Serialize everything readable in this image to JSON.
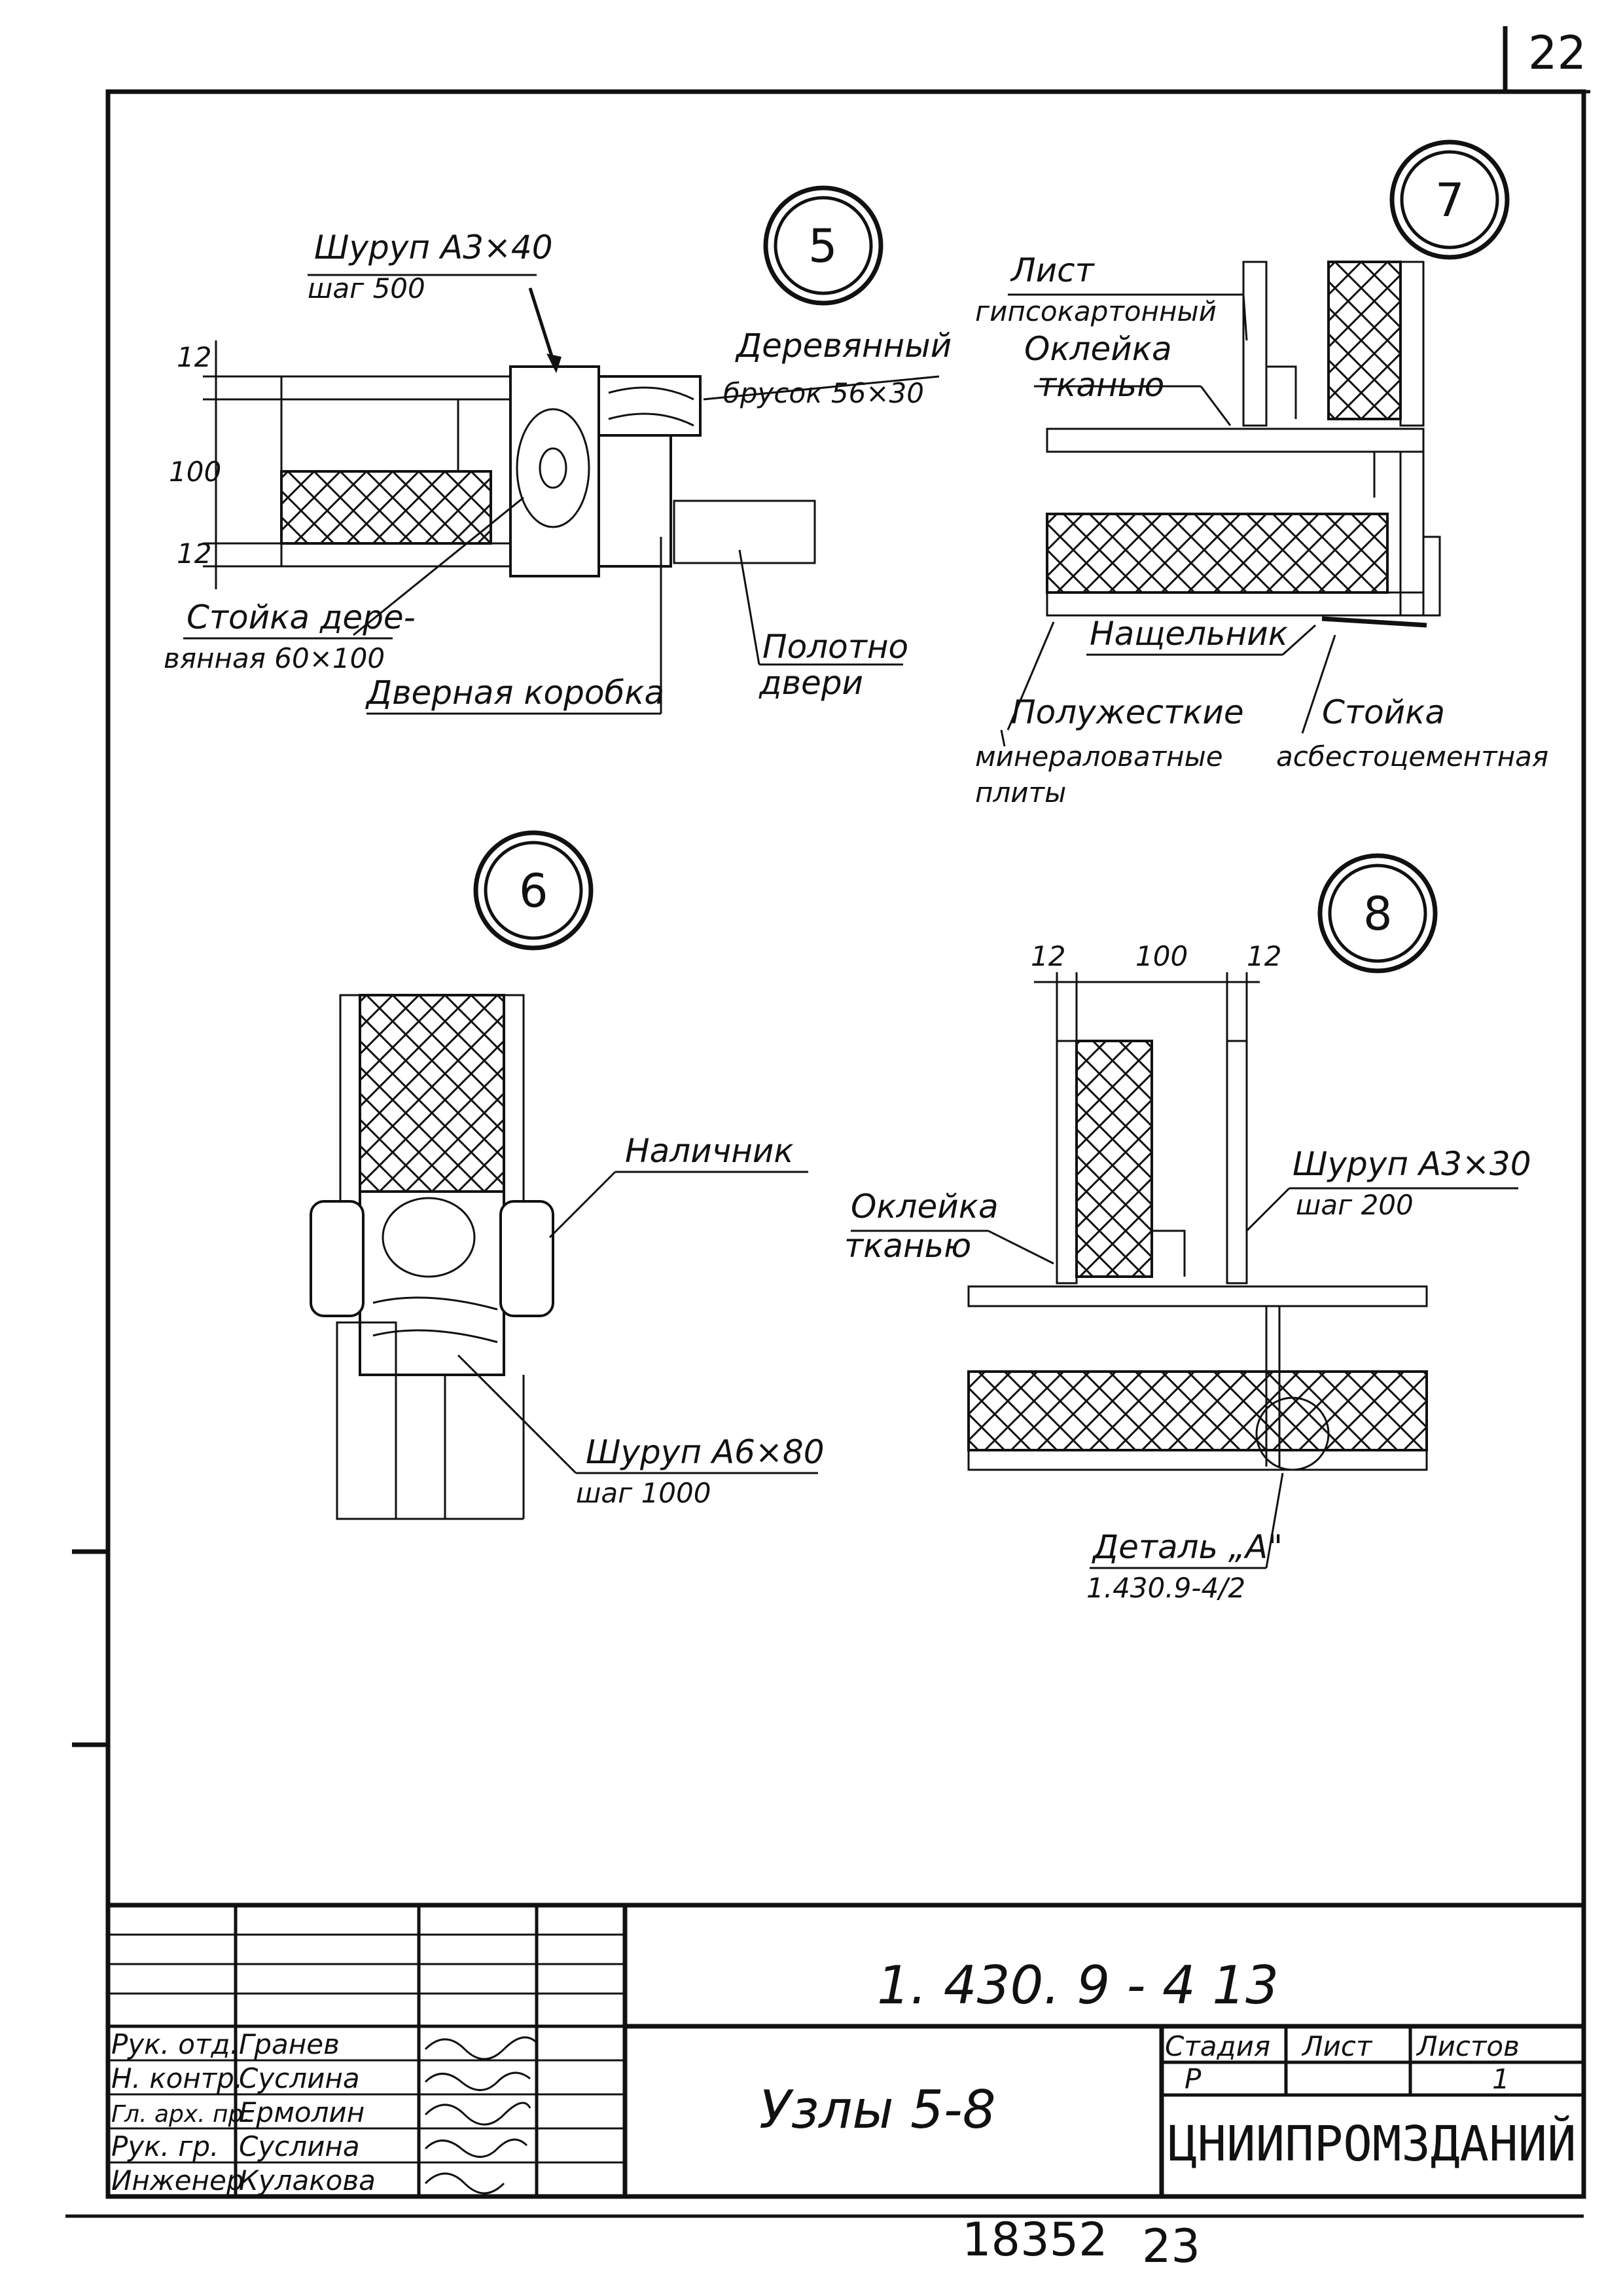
{
  "sheet": {
    "corner_number": "22",
    "bottom_number": "18352",
    "bottom_number2": "23"
  },
  "nodes": {
    "n5": {
      "number": "5",
      "labels": {
        "screw": "Шуруп А3×40",
        "screw_step": "шаг 500",
        "wood_bar": "Деревянный",
        "wood_bar2": "брусок 56×30",
        "post": "Стойка дере-",
        "post2": "вянная 60×100",
        "door_frame": "Дверная коробка",
        "door_leaf": "Полотно",
        "door_leaf2": "двери",
        "dim_top": "12",
        "dim_mid": "100",
        "dim_bot": "12"
      }
    },
    "n6": {
      "number": "6",
      "labels": {
        "casing": "Наличник",
        "screw": "Шуруп А6×80",
        "screw_step": "шаг 1000"
      }
    },
    "n7": {
      "number": "7",
      "labels": {
        "gypsum": "Лист",
        "gypsum2": "гипсокартонный",
        "fabric": "Оклейка",
        "fabric2": "тканью",
        "strip": "Нащельник",
        "plates": "Полужесткие",
        "plates2": "минераловатные",
        "plates3": "плиты",
        "post": "Стойка",
        "post2": "асбестоцементная"
      }
    },
    "n8": {
      "number": "8",
      "labels": {
        "dim_left": "12",
        "dim_mid": "100",
        "dim_right": "12",
        "screw": "Шуруп А3×30",
        "screw_step": "шаг 200",
        "fabric": "Оклейка",
        "fabric2": "тканью",
        "detail": "Деталь „А\"",
        "detail_ref": "1.430.9-4/2"
      }
    }
  },
  "title_block": {
    "designation": "1. 430. 9 - 4 13",
    "title": "Узлы 5-8",
    "headers": {
      "stage": "Стадия",
      "sheet": "Лист",
      "sheets": "Листов"
    },
    "values": {
      "stage": "Р",
      "sheet": "",
      "sheets": "1"
    },
    "organization": "ЦНИИПРОМЗДАНИЙ",
    "signatories": [
      {
        "role": "Рук. отд.",
        "name": "Гранев"
      },
      {
        "role": "Н. контр.",
        "name": "Суслина"
      },
      {
        "role": "Гл. арх. пр.",
        "name": "Ермолин"
      },
      {
        "role": "Рук. гр.",
        "name": "Суслина"
      },
      {
        "role": "Инженер",
        "name": "Кулакова"
      }
    ]
  }
}
